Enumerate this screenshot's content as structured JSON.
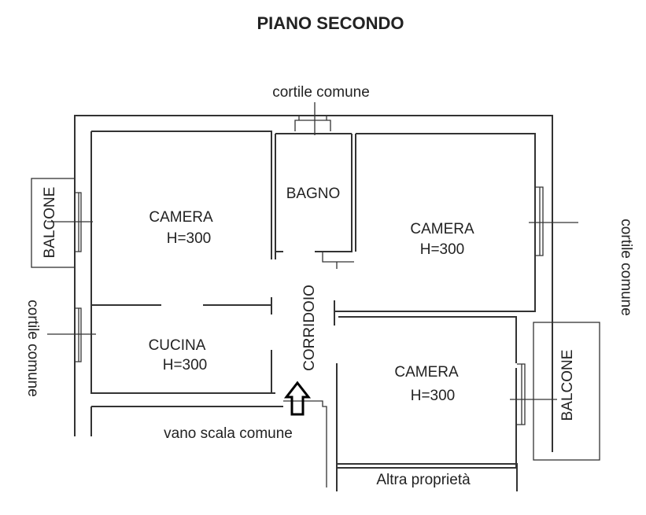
{
  "title": "PIANO SECONDO",
  "labels": {
    "cortile_top": "cortile comune",
    "cortile_right": "cortile comune",
    "cortile_left": "cortile comune",
    "vano_scala": "vano scala comune",
    "altra_proprieta": "Altra proprietà",
    "balcone_left": "BALCONE",
    "balcone_right": "BALCONE",
    "corridoio": "CORRIDOIO"
  },
  "rooms": [
    {
      "name": "CAMERA",
      "height": "H=300"
    },
    {
      "name": "CAMERA",
      "height": "H=300"
    },
    {
      "name": "CUCINA",
      "height": "H=300"
    },
    {
      "name": "CAMERA",
      "height": "H=300"
    },
    {
      "name": "BAGNO"
    }
  ],
  "colors": {
    "line": "#333333",
    "background": "#ffffff"
  }
}
